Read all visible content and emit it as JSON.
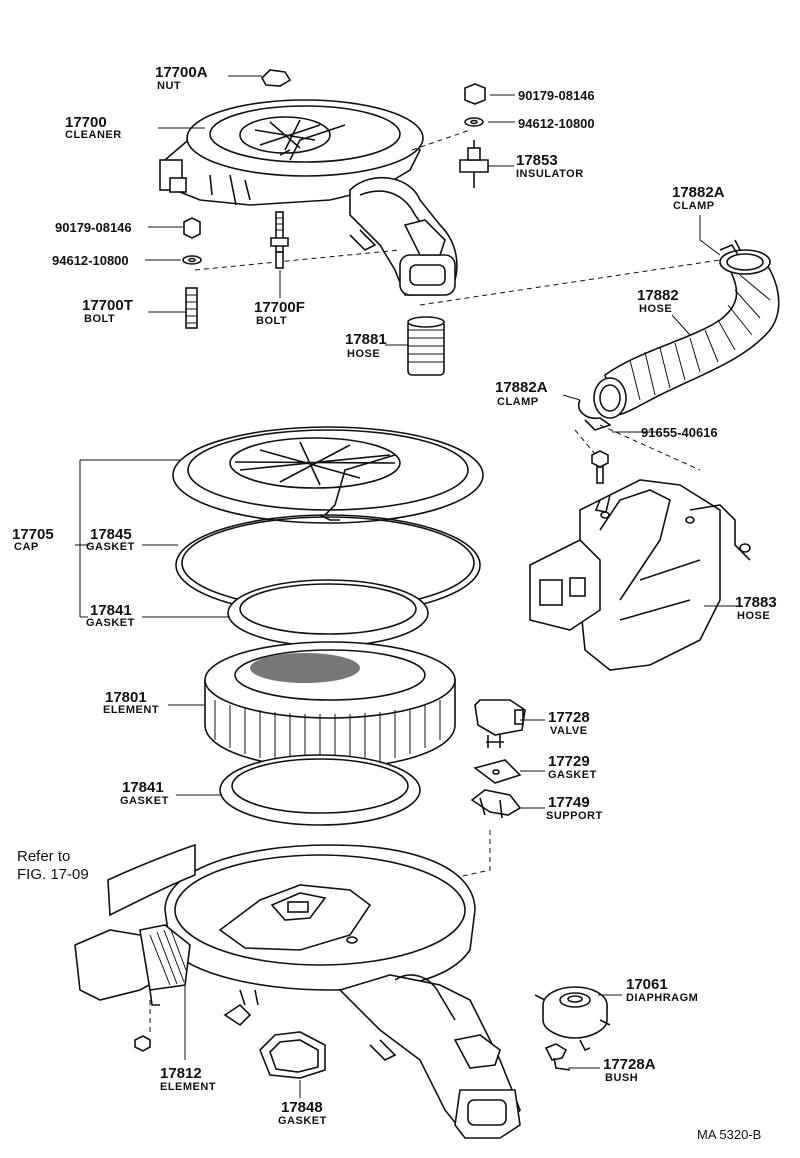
{
  "parts": {
    "p17700a": {
      "num": "17700A",
      "name": "NUT"
    },
    "p17700": {
      "num": "17700",
      "name": "CLEANER"
    },
    "p90179_top": {
      "num": "90179-08146"
    },
    "p94612_top": {
      "num": "94612-10800"
    },
    "p17853": {
      "num": "17853",
      "name": "INSULATOR"
    },
    "p90179_left": {
      "num": "90179-08146"
    },
    "p94612_left": {
      "num": "94612-10800"
    },
    "p17700t": {
      "num": "17700T",
      "name": "BOLT"
    },
    "p17700f": {
      "num": "17700F",
      "name": "BOLT"
    },
    "p17882a_top": {
      "num": "17882A",
      "name": "CLAMP"
    },
    "p17882": {
      "num": "17882",
      "name": "HOSE"
    },
    "p17881": {
      "num": "17881",
      "name": "HOSE"
    },
    "p17882a_mid": {
      "num": "17882A",
      "name": "CLAMP"
    },
    "p91655": {
      "num": "91655-40616"
    },
    "p17705": {
      "num": "17705",
      "name": "CAP"
    },
    "p17845": {
      "num": "17845",
      "name": "GASKET"
    },
    "p17841_top": {
      "num": "17841",
      "name": "GASKET"
    },
    "p17883": {
      "num": "17883",
      "name": "HOSE"
    },
    "p17801": {
      "num": "17801",
      "name": "ELEMENT"
    },
    "p17728": {
      "num": "17728",
      "name": "VALVE"
    },
    "p17729": {
      "num": "17729",
      "name": "GASKET"
    },
    "p17841_bot": {
      "num": "17841",
      "name": "GASKET"
    },
    "p17749": {
      "num": "17749",
      "name": "SUPPORT"
    },
    "p17061": {
      "num": "17061",
      "name": "DIAPHRAGM"
    },
    "p17728a": {
      "num": "17728A",
      "name": "BUSH"
    },
    "p17812": {
      "num": "17812",
      "name": "ELEMENT"
    },
    "p17848": {
      "num": "17848",
      "name": "GASKET"
    }
  },
  "reference": {
    "line1": "Refer to",
    "line2": "FIG. 17-09"
  },
  "figure_code": "MA  5320-B"
}
